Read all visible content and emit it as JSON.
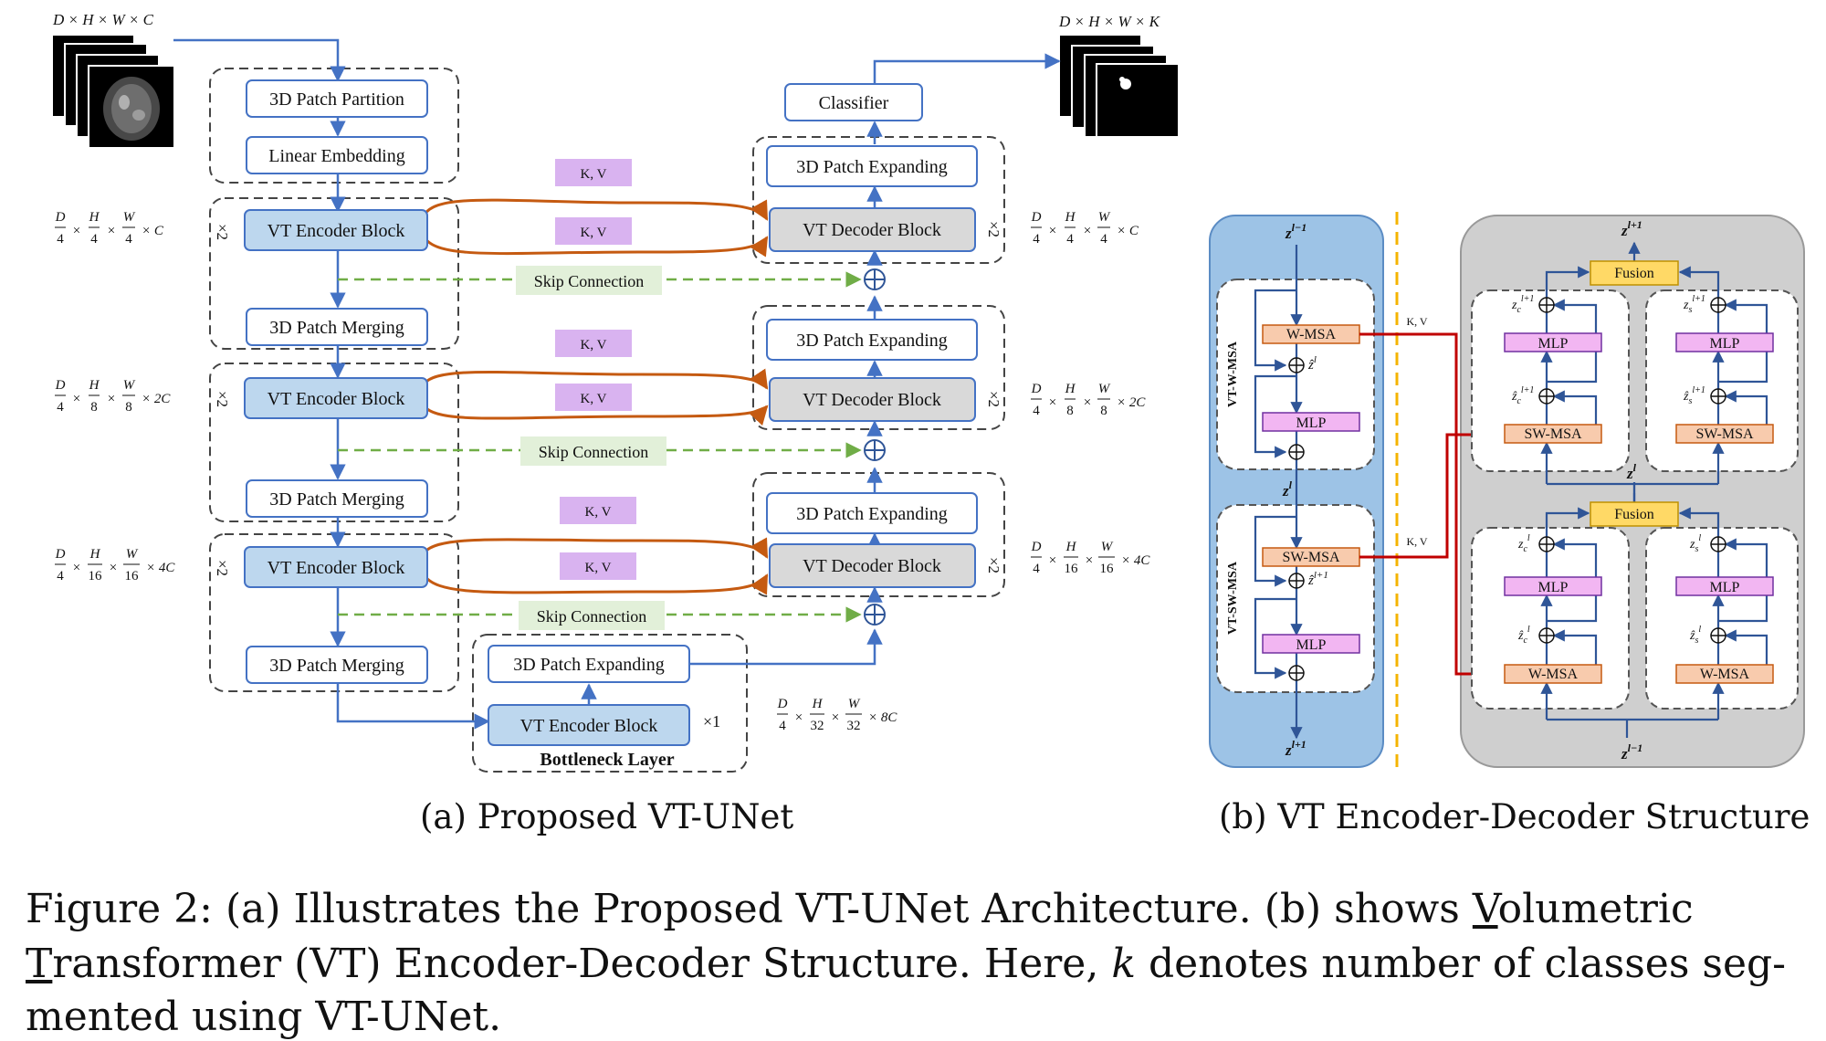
{
  "inputs": {
    "input_dim": "D × H × W × C",
    "output_dim": "D × H × W × K"
  },
  "encoder": {
    "patch_partition": "3D Patch Partition",
    "linear_embedding": "Linear Embedding",
    "block": "VT Encoder Block",
    "merging": "3D Patch Merging",
    "repeat": "×2"
  },
  "decoder": {
    "classifier": "Classifier",
    "expanding": "3D Patch Expanding",
    "block": "VT Decoder Block",
    "repeat": "×2"
  },
  "kv": "K, V",
  "skip": "Skip Connection",
  "bottleneck": {
    "expanding": "3D Patch Expanding",
    "block": "VT Encoder Block",
    "repeat": "×1",
    "label": "Bottleneck Layer"
  },
  "dims": {
    "level1": {
      "a": "D",
      "b": "4",
      "c": "H",
      "d": "4",
      "e": "W",
      "f": "4",
      "tail": "× C"
    },
    "level2": {
      "a": "D",
      "b": "4",
      "c": "H",
      "d": "8",
      "e": "W",
      "f": "8",
      "tail": "× 2C"
    },
    "level3": {
      "a": "D",
      "b": "4",
      "c": "H",
      "d": "16",
      "e": "W",
      "f": "16",
      "tail": "× 4C"
    },
    "level4": {
      "a": "D",
      "b": "4",
      "c": "H",
      "d": "32",
      "e": "W",
      "f": "32",
      "tail": "× 8C"
    }
  },
  "structure": {
    "vt_w_msa": "VT-W-MSA",
    "vt_sw_msa": "VT-SW-MSA",
    "w_msa": "W-MSA",
    "sw_msa": "SW-MSA",
    "mlp": "MLP",
    "fusion": "Fusion",
    "kv_small": "K, V",
    "z_l_minus_1": "z",
    "z_l_minus_1_sup": "l−1",
    "z_l": "z",
    "z_l_sup": "l",
    "z_l_plus_1": "z",
    "z_l_plus_1_sup": "l+1",
    "zhat_l": "ẑ",
    "zhat_l_sup": "l",
    "zhat_l1": "ẑ",
    "zhat_l1_sup": "l+1",
    "zc_l1": "z",
    "zc_l1_sub": "c",
    "zc_l1_sup": "l+1",
    "zs_l1": "z",
    "zs_l1_sub": "s",
    "zs_l1_sup": "l+1",
    "zhatc_l1": "ẑ",
    "zhatc_l1_sub": "c",
    "zhatc_l1_sup": "l+1",
    "zhats_l1": "ẑ",
    "zhats_l1_sub": "s",
    "zhats_l1_sup": "l+1",
    "zc_l": "z",
    "zc_l_sub": "c",
    "zc_l_sup": "l",
    "zs_l": "z",
    "zs_l_sub": "s",
    "zs_l_sup": "l",
    "zhatc_l": "ẑ",
    "zhatc_l_sub": "c",
    "zhatc_l_sup": "l",
    "zhats_l": "ẑ",
    "zhats_l_sub": "s",
    "zhats_l_sup": "l"
  },
  "captions": {
    "a": "(a) Proposed VT-UNet",
    "b": "(b) VT Encoder-Decoder Structure",
    "fig_line1_pre": "Figure 2:  (a) Illustrates the Proposed VT-UNet Architecture.  (b) shows ",
    "fig_line1_u": "V",
    "fig_line1_post": "olumetric",
    "fig_line2_u": "T",
    "fig_line2_post": "ransformer (VT) Encoder-Decoder Structure.  Here, ",
    "fig_line2_k": "k",
    "fig_line2_end": " denotes number of classes seg-",
    "fig_line3": "mented using VT-UNet."
  },
  "colors": {
    "blue_arrow": "#4472c4",
    "orange_arrow": "#c55a11",
    "green_dash": "#70ad47",
    "red_arrow": "#c00000",
    "encoder_fill": "#bdd7ee",
    "decoder_fill": "#d9d9d9",
    "kv_fill": "#d9b3f0",
    "skip_fill": "#e2f0d9",
    "msa_fill": "#f8cbad",
    "mlp_fill": "#f2b6f2",
    "fusion_fill": "#ffd966",
    "left_panel": "#9dc3e6",
    "right_panel": "#cfcfcf",
    "yellow_dash": "#f4b400"
  }
}
